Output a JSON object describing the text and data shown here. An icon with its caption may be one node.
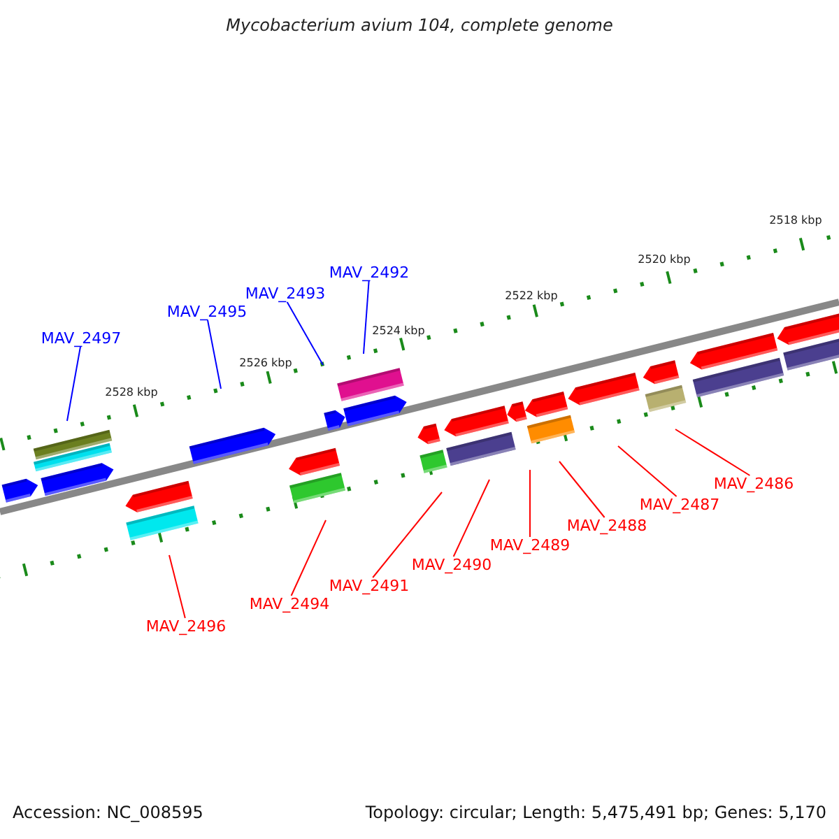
{
  "diagram": {
    "title": "Mycobacterium avium 104, complete genome",
    "nodes": [
      {
        "text": [
          "MAV_2497"
        ]
      },
      {
        "text": [
          "MAV_2495"
        ]
      },
      {
        "text": [
          "MAV_2493"
        ]
      },
      {
        "text": [
          "MAV_2492"
        ]
      },
      {
        "text": [
          "MAV_2496"
        ]
      },
      {
        "text": [
          "MAV_2494"
        ]
      },
      {
        "text": [
          "MAV_2491"
        ]
      },
      {
        "text": [
          "MAV_2490"
        ]
      },
      {
        "text": [
          "MAV_2489"
        ]
      },
      {
        "text": [
          "MAV_2488"
        ]
      },
      {
        "text": [
          "MAV_2487"
        ]
      },
      {
        "text": [
          "MAV_2486"
        ]
      }
    ],
    "edges": [
      {
        "from": 0,
        "to": null,
        "arrow": "none",
        "color": "#0000ff"
      },
      {
        "from": 1,
        "to": null,
        "arrow": "none",
        "color": "#0000ff"
      },
      {
        "from": 2,
        "to": null,
        "arrow": "none",
        "color": "#0000ff"
      },
      {
        "from": 3,
        "to": null,
        "arrow": "none",
        "color": "#0000ff"
      },
      {
        "from": 4,
        "to": null,
        "arrow": "none"
      },
      {
        "from": 5,
        "to": null,
        "arrow": "none"
      },
      {
        "from": 6,
        "to": null,
        "arrow": "none"
      },
      {
        "from": 7,
        "to": null,
        "arrow": "none"
      },
      {
        "from": 8,
        "to": null,
        "arrow": "none"
      },
      {
        "from": 9,
        "to": null,
        "arrow": "none"
      },
      {
        "from": 10,
        "to": null,
        "arrow": "none"
      },
      {
        "from": 11,
        "to": null,
        "arrow": "none"
      }
    ],
    "labels": [
      "2518 kbp",
      "2520 kbp",
      "2522 kbp",
      "2524 kbp",
      "2526 kbp",
      "2528 kbp",
      "Accession: NC_008595",
      "Topology: circular; Length: 5,475,491 bp; Genes: 5,170"
    ]
  }
}
